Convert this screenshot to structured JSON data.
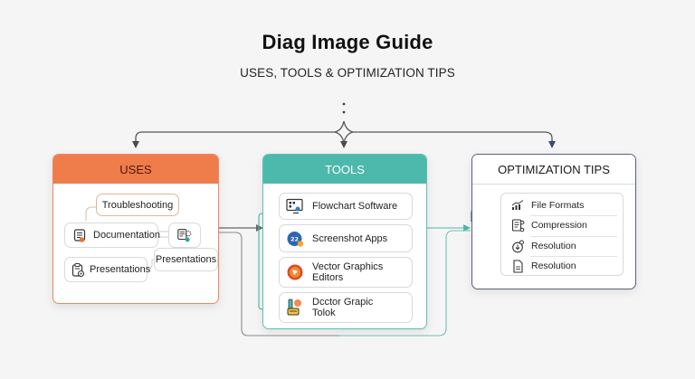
{
  "header": {
    "title": "Diag Image Guide",
    "subtitle": "USES, TOOLS & OPTIMIZATION TIPS"
  },
  "colors": {
    "uses_accent": "#ef7c4b",
    "tools_accent": "#4db8ac",
    "optimization_accent": "#5a6278",
    "background": "#f5f5f5"
  },
  "uses": {
    "title": "USES",
    "items": [
      {
        "label": "Troubleshooting",
        "icon": null
      },
      {
        "label": "Documentation",
        "icon": "document-badge-icon"
      },
      {
        "label": "",
        "icon": "document-gear-icon"
      },
      {
        "label": "Presentations",
        "icon": null
      },
      {
        "label": "Presentations",
        "icon": "clipboard-gear-icon"
      }
    ]
  },
  "tools": {
    "title": "TOOLS",
    "items": [
      {
        "label_line1": "Flowchart Software",
        "label_line2": "",
        "icon": "flowchart-monitor-icon"
      },
      {
        "label_line1": "Screenshot Apps",
        "label_line2": "",
        "icon": "screenshot-app-icon"
      },
      {
        "label_line1": "Vector Graphics",
        "label_line2": "Editors",
        "icon": "vector-pen-icon"
      },
      {
        "label_line1": "Dcctor Grapic",
        "label_line2": "Tolok",
        "icon": "doctor-graphic-tool-icon"
      }
    ]
  },
  "optimization": {
    "title": "OPTIMIZATION TIPS",
    "items": [
      {
        "label": "File Formats",
        "icon": "chart-growth-icon"
      },
      {
        "label": "Compression",
        "icon": "document-settings-icon"
      },
      {
        "label": "Resolution",
        "icon": "timer-download-icon"
      },
      {
        "label": "Resolution",
        "icon": "file-icon"
      }
    ]
  }
}
